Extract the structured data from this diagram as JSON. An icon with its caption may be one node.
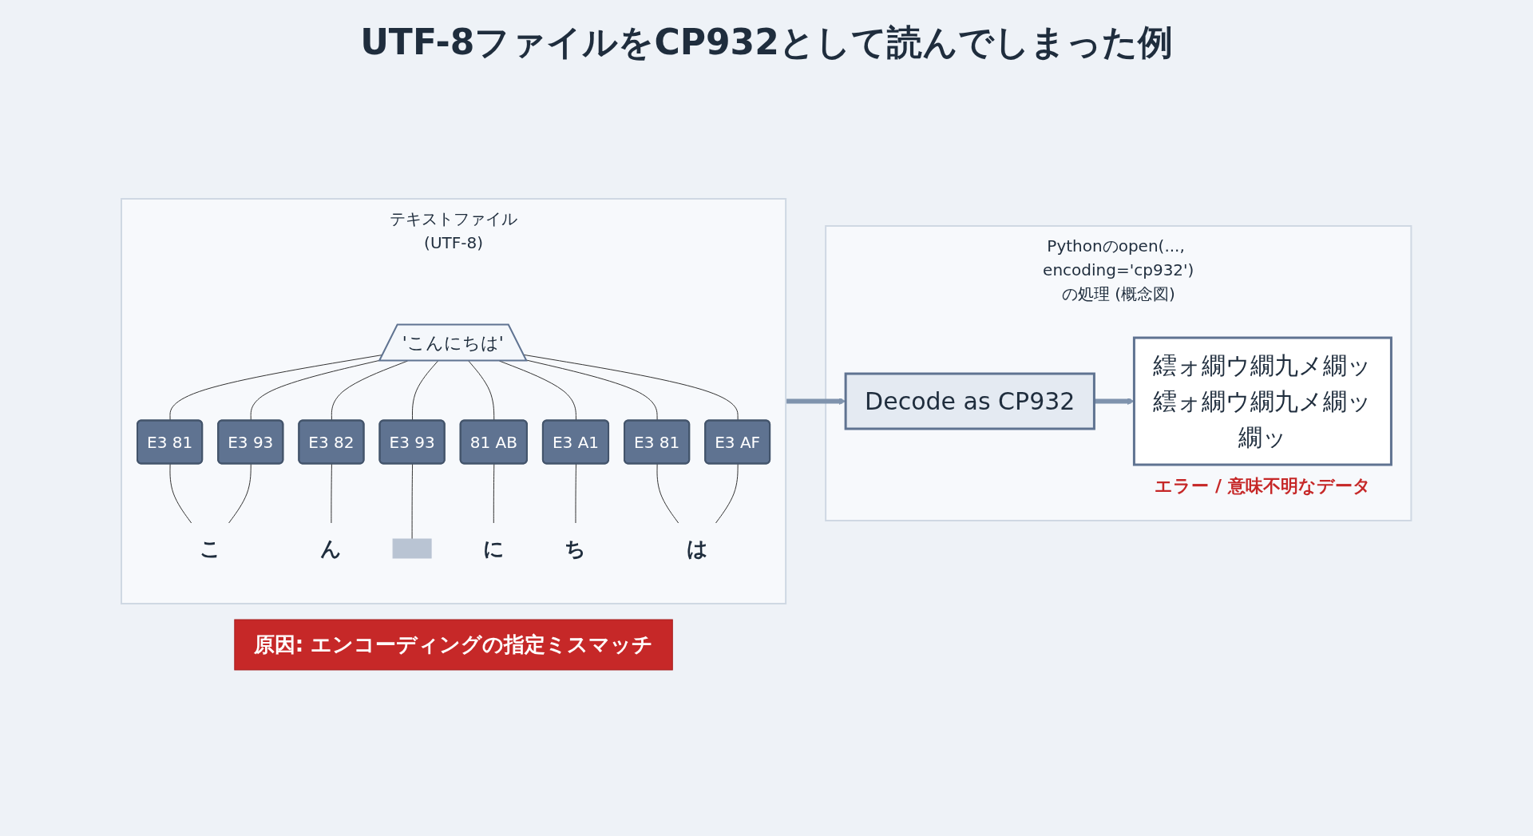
{
  "diagram": {
    "title": "UTF-8ファイルをCP932として読んでしまった例",
    "nodes": [
      {
        "text": [
          "テキストファイル(UTF-8)"
        ]
      },
      {
        "text": [
          "'こんにちは'"
        ],
        "in": 0
      },
      {
        "text": [
          "E3 81"
        ],
        "in": 0
      },
      {
        "text": [
          "E3 93"
        ],
        "in": 0
      },
      {
        "text": [
          "E3 82"
        ],
        "in": 0
      },
      {
        "text": [
          "E3 93"
        ],
        "in": 0
      },
      {
        "text": [
          "81 AB"
        ],
        "in": 0
      },
      {
        "text": [
          "E3 A1"
        ],
        "in": 0
      },
      {
        "text": [
          "E3 81"
        ],
        "in": 0
      },
      {
        "text": [
          "E3 AF"
        ],
        "in": 0
      },
      {
        "text": [
          "こ"
        ],
        "in": 0
      },
      {
        "text": [
          "ん"
        ],
        "in": 0
      },
      {
        "text": [],
        "shape": "box",
        "in": 0
      },
      {
        "text": [
          "に"
        ],
        "in": 0
      },
      {
        "text": [
          "ち"
        ],
        "in": 0
      },
      {
        "text": [
          "は"
        ],
        "in": 0
      },
      {
        "text": [
          "Pythonのopen(..., encoding='cp932')の処理 (概念図)"
        ]
      },
      {
        "text": [
          "Decode as CP932"
        ],
        "in": 16
      },
      {
        "text": [
          "繧ォ繝ウ繝九メ繝ッ",
          "繧ォ繝ウ繝九メ繝ッ",
          "繝ッ"
        ],
        "in": 16,
        "beside": [
          "エラー / 意味不明なデータ"
        ]
      },
      {
        "text": [
          "原因: エンコーディングの指定ミスマッチ"
        ]
      }
    ],
    "edges": [
      {
        "from": 1,
        "to": 2,
        "arrow": "none"
      },
      {
        "from": 1,
        "to": 3,
        "arrow": "none"
      },
      {
        "from": 1,
        "to": 4,
        "arrow": "none"
      },
      {
        "from": 1,
        "to": 5,
        "arrow": "none"
      },
      {
        "from": 1,
        "to": 6,
        "arrow": "none"
      },
      {
        "from": 1,
        "to": 7,
        "arrow": "none"
      },
      {
        "from": 1,
        "to": 8,
        "arrow": "none"
      },
      {
        "from": 1,
        "to": 9,
        "arrow": "none"
      },
      {
        "from": 2,
        "to": 10,
        "arrow": "none"
      },
      {
        "from": 3,
        "to": 10,
        "arrow": "none"
      },
      {
        "from": 4,
        "to": 11,
        "arrow": "none"
      },
      {
        "from": 5,
        "to": 12,
        "arrow": "none"
      },
      {
        "from": 6,
        "to": 13,
        "arrow": "none"
      },
      {
        "from": 7,
        "to": 14,
        "arrow": "none"
      },
      {
        "from": 8,
        "to": 15,
        "arrow": "none"
      },
      {
        "from": 9,
        "to": 15,
        "arrow": "none"
      },
      {
        "from": 0,
        "to": 17,
        "arrow": "to",
        "style": "thick",
        "color": "#7f93ad"
      },
      {
        "from": 17,
        "to": 18,
        "arrow": "to",
        "style": "thick",
        "color": "#7f93ad"
      }
    ]
  }
}
